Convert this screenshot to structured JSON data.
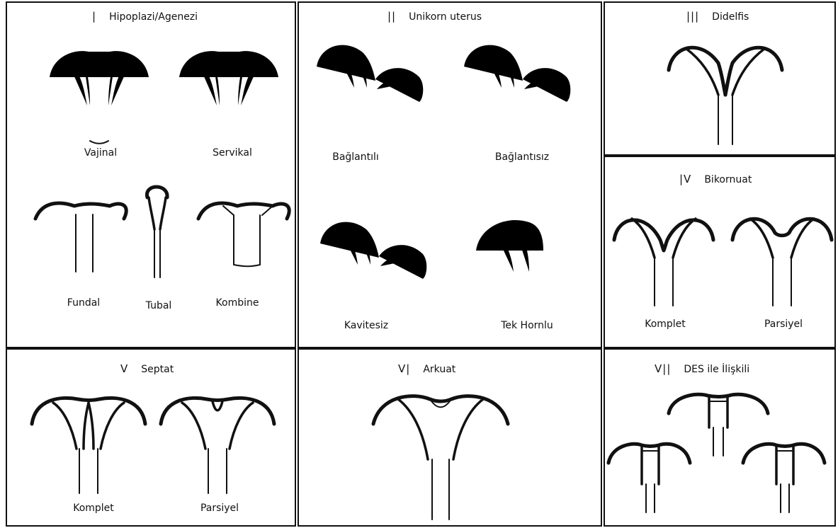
{
  "panels": [
    {
      "id": "I",
      "roman": "|",
      "title": "Hipoplazi/Agenezi",
      "labels": [
        "Vajinal",
        "Servikal",
        "Fundal",
        "Tubal",
        "Kombine"
      ]
    },
    {
      "id": "II",
      "roman": "||",
      "title": "Unikorn uterus",
      "labels": [
        "Bağlantılı",
        "Bağlantısız",
        "Kavitesiz",
        "Tek Hornlu"
      ]
    },
    {
      "id": "III",
      "roman": "|||",
      "title": "Didelfis",
      "labels": []
    },
    {
      "id": "IV",
      "roman": "|V",
      "title": "Bikornuat",
      "labels": [
        "Komplet",
        "Parsiyel"
      ]
    },
    {
      "id": "V",
      "roman": "V",
      "title": "Septat",
      "labels": [
        "Komplet",
        "Parsiyel"
      ]
    },
    {
      "id": "VI",
      "roman": "V|",
      "title": "Arkuat",
      "labels": []
    },
    {
      "id": "VII",
      "roman": "V||",
      "title": "DES ile İlişkili",
      "labels": []
    }
  ]
}
